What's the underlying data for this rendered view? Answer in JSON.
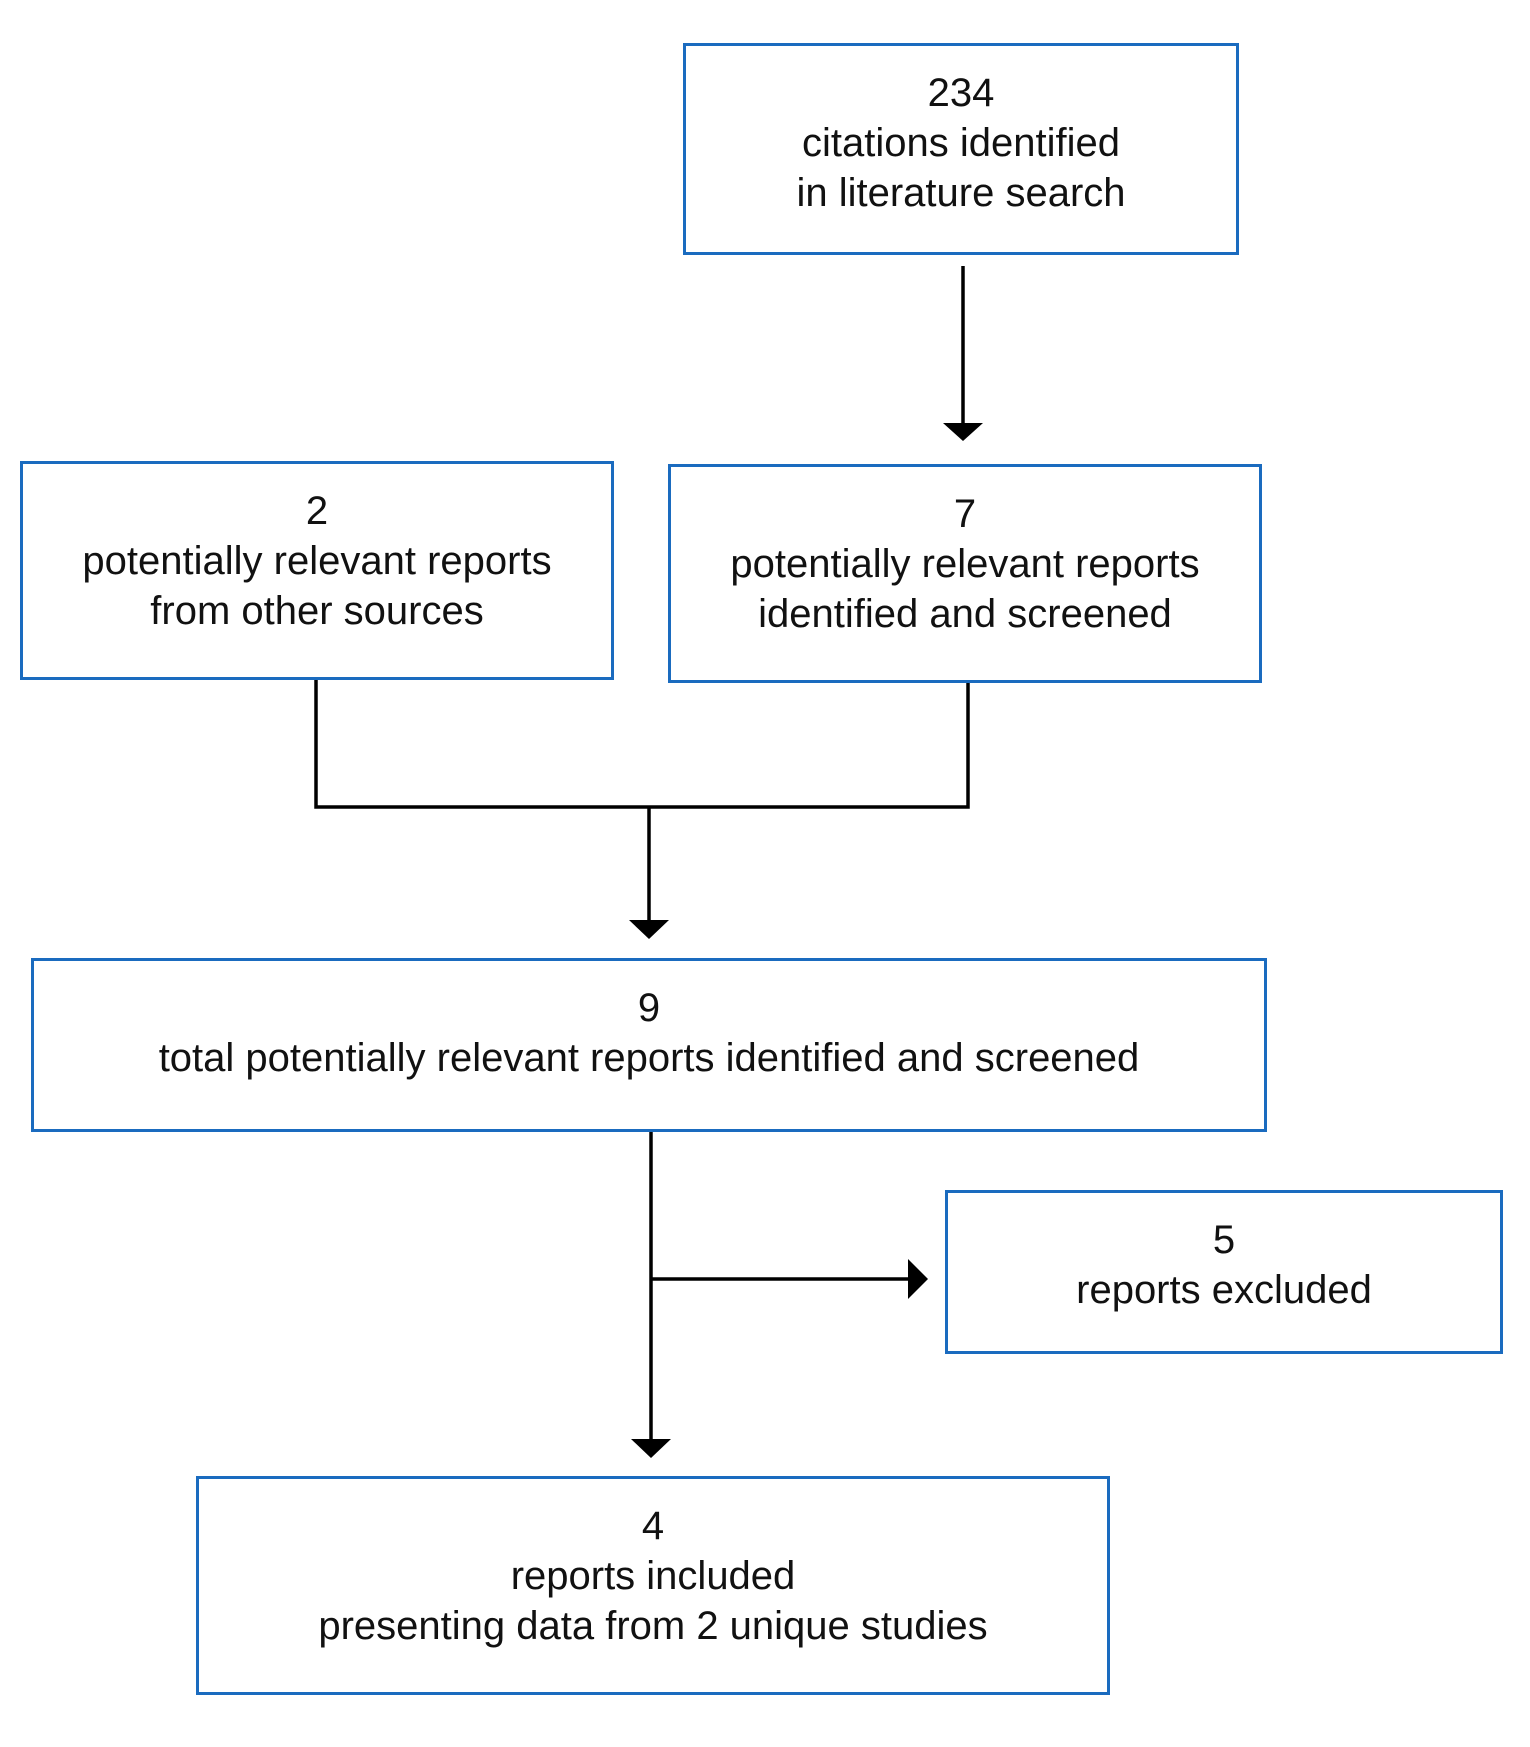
{
  "colors": {
    "box_border": "#1a6bbf",
    "connector": "#000000"
  },
  "boxes": {
    "search": {
      "count": "234",
      "line1": "citations identified",
      "line2": "in literature search"
    },
    "other_sources": {
      "count": "2",
      "line1": "potentially relevant reports",
      "line2": "from other sources"
    },
    "screened": {
      "count": "7",
      "line1": "potentially relevant reports",
      "line2": "identified and screened"
    },
    "total": {
      "count": "9",
      "line1": "total potentially relevant reports identified and screened"
    },
    "excluded": {
      "count": "5",
      "line1": "reports excluded"
    },
    "included": {
      "count": "4",
      "line1": "reports included",
      "line2": "presenting data from 2 unique studies"
    }
  }
}
